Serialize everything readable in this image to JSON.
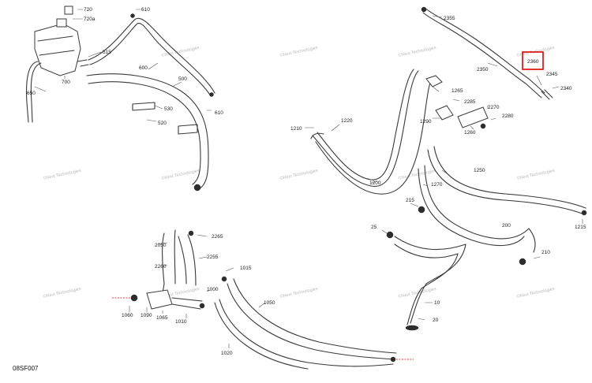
{
  "diagram_code": "08SF007",
  "watermark_text": "©Next Technologies",
  "highlight_color": "#e00000",
  "highlighted_part": "2360",
  "parts": [
    {
      "id": "p720",
      "label": "720"
    },
    {
      "id": "p720a",
      "label": "720a"
    },
    {
      "id": "p610",
      "label": "610"
    },
    {
      "id": "p515",
      "label": "515"
    },
    {
      "id": "p600",
      "label": "600"
    },
    {
      "id": "p700",
      "label": "700"
    },
    {
      "id": "p500",
      "label": "500"
    },
    {
      "id": "p650",
      "label": "650"
    },
    {
      "id": "p530",
      "label": "530"
    },
    {
      "id": "p610b",
      "label": "610"
    },
    {
      "id": "p520",
      "label": "520"
    },
    {
      "id": "p2355",
      "label": "2355"
    },
    {
      "id": "p2360",
      "label": "2360"
    },
    {
      "id": "p2345",
      "label": "2345"
    },
    {
      "id": "p2350",
      "label": "2350"
    },
    {
      "id": "p2340",
      "label": "2340"
    },
    {
      "id": "p1265",
      "label": "1265"
    },
    {
      "id": "p2285",
      "label": "2285"
    },
    {
      "id": "p2270",
      "label": "2270"
    },
    {
      "id": "p1290",
      "label": "1290"
    },
    {
      "id": "p2280",
      "label": "2280"
    },
    {
      "id": "p1260",
      "label": "1260"
    },
    {
      "id": "p1210",
      "label": "1210"
    },
    {
      "id": "p1220",
      "label": "1220"
    },
    {
      "id": "p1200",
      "label": "1200"
    },
    {
      "id": "p1250",
      "label": "1250"
    },
    {
      "id": "p1270",
      "label": "1270"
    },
    {
      "id": "p215",
      "label": "215"
    },
    {
      "id": "p1215",
      "label": "1215"
    },
    {
      "id": "p25",
      "label": "25"
    },
    {
      "id": "p200",
      "label": "200"
    },
    {
      "id": "p210",
      "label": "210"
    },
    {
      "id": "p2050",
      "label": "2050"
    },
    {
      "id": "p2265",
      "label": "2265"
    },
    {
      "id": "p2260",
      "label": "2260"
    },
    {
      "id": "p2255",
      "label": "2255"
    },
    {
      "id": "p1015",
      "label": "1015"
    },
    {
      "id": "p1000",
      "label": "1000"
    },
    {
      "id": "p1050",
      "label": "1050"
    },
    {
      "id": "p1060",
      "label": "1060"
    },
    {
      "id": "p1090",
      "label": "1090"
    },
    {
      "id": "p1065",
      "label": "1065"
    },
    {
      "id": "p1010",
      "label": "1010"
    },
    {
      "id": "p10",
      "label": "10"
    },
    {
      "id": "p20",
      "label": "20"
    },
    {
      "id": "p1020",
      "label": "1020"
    }
  ]
}
